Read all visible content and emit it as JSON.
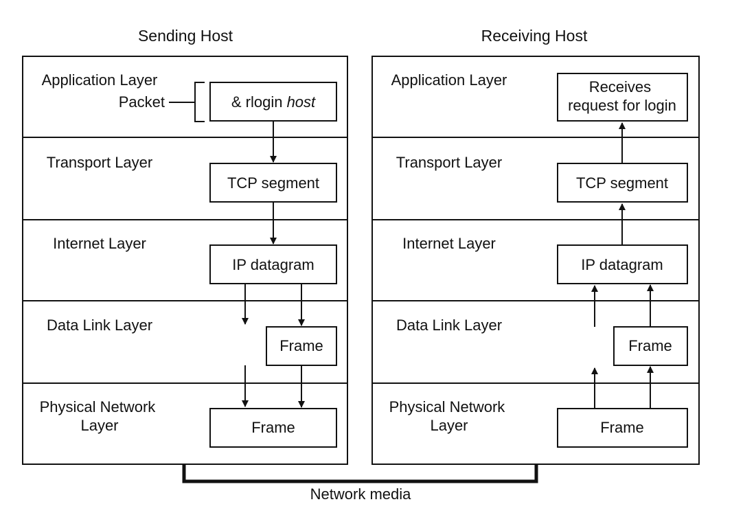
{
  "sending": {
    "title": "Sending Host",
    "layers": {
      "application": [
        "Application Layer"
      ],
      "packet_label": "Packet",
      "transport": [
        "Transport Layer"
      ],
      "internet": [
        "Internet Layer"
      ],
      "datalink": [
        "Data Link Layer"
      ],
      "physical": [
        "Physical Network",
        "Layer"
      ]
    },
    "boxes": {
      "rlogin_prefix": "& rlogin ",
      "rlogin_italic": "host",
      "tcp": "TCP segment",
      "ip": "IP datagram",
      "frame_dl": "Frame",
      "frame_ph": "Frame"
    }
  },
  "receiving": {
    "title": "Receiving Host",
    "layers": {
      "application": [
        "Application Layer"
      ],
      "transport": [
        "Transport Layer"
      ],
      "internet": [
        "Internet Layer"
      ],
      "datalink": [
        "Data Link Layer"
      ],
      "physical": [
        "Physical Network",
        "Layer"
      ]
    },
    "boxes": {
      "login": [
        "Receives",
        "request for login"
      ],
      "tcp": "TCP segment",
      "ip": "IP datagram",
      "frame_dl": "Frame",
      "frame_ph": "Frame"
    }
  },
  "network_media": "Network media",
  "colors": {
    "line": "#111111",
    "background": "#ffffff"
  }
}
